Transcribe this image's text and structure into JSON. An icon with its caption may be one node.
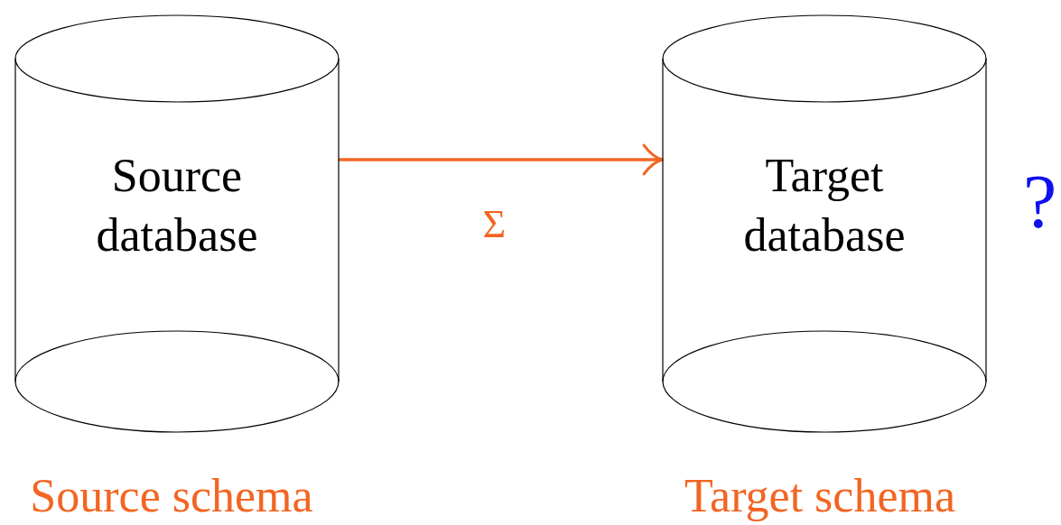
{
  "diagram": {
    "nodes": [
      {
        "text": [
          "Source database"
        ],
        "beside": [
          "Source schema"
        ]
      },
      {
        "text": [
          "Target database"
        ],
        "beside": [
          "Target schema"
        ]
      }
    ],
    "edges": [
      {
        "from": 0,
        "to": 1,
        "arrow": "to",
        "label": "Σ",
        "color": "#f26522"
      }
    ],
    "labels": [
      "?"
    ]
  }
}
